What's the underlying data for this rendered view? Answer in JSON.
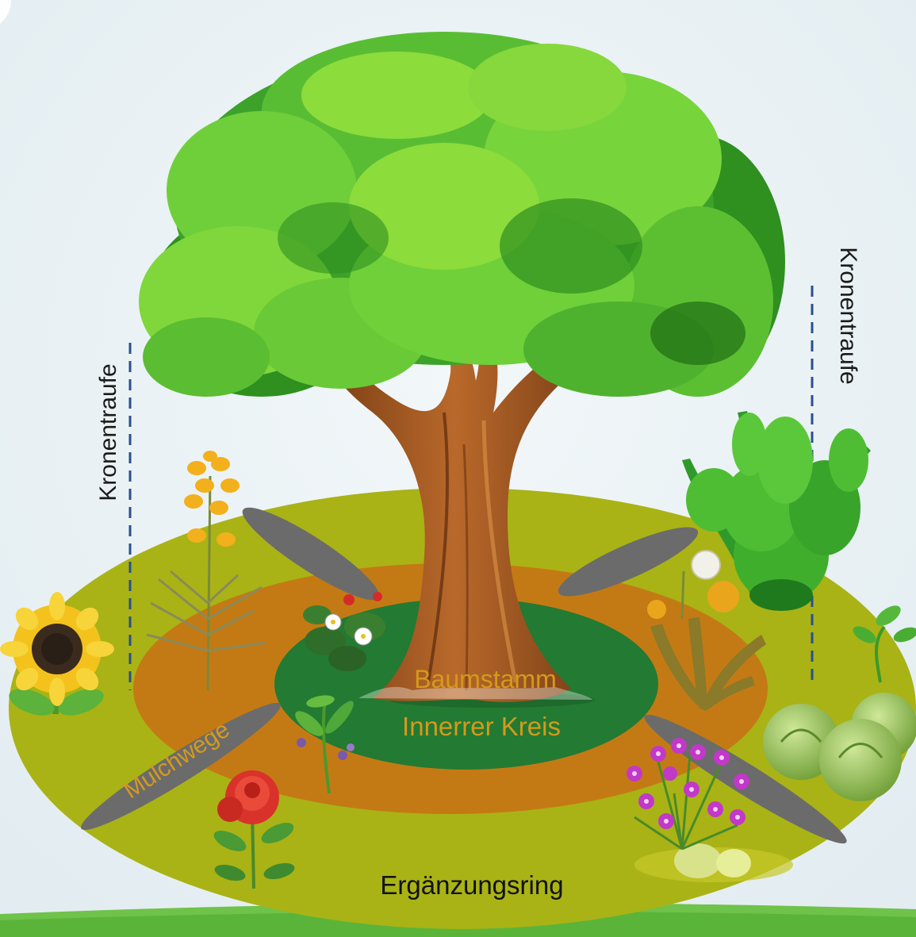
{
  "labels": {
    "tree_trunk": "Baumstamm",
    "inner_circle": "Innerrer Kreis",
    "mulch_paths": "Mulchwege",
    "outer_ring": "Ergänzungsring",
    "drip_line_left": "Kronentraufe",
    "drip_line_right": "Kronentraufe"
  },
  "colors": {
    "background": "#e9f1f5",
    "outer_ring": "#a9b315",
    "middle_ring": "#c47a14",
    "inner_circle": "#237a32",
    "mulch_path": "#6b6b6b",
    "label_gold": "#d49a1c",
    "trunk": "#8a4a1c",
    "foliage_light": "#8cdc3c",
    "foliage_dark": "#2f8f1f",
    "grass": "#6fc24a",
    "drip_line": "#2b4f8f"
  }
}
